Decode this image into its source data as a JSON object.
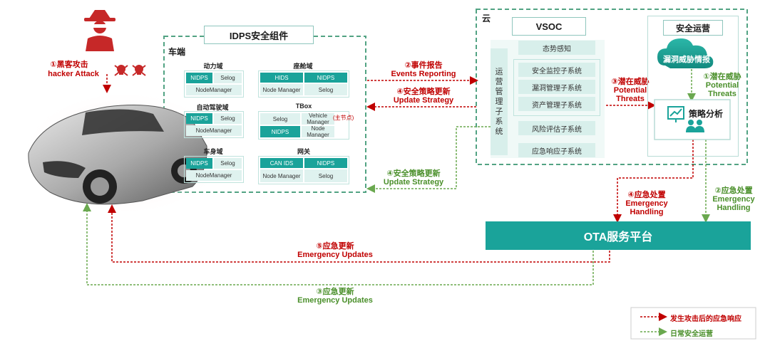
{
  "hacker": {
    "title": "①黑客攻击",
    "subtitle": "hacker Attack"
  },
  "idps": {
    "header": "IDPS安全组件",
    "vehicle_label": "车端",
    "domains": {
      "power": {
        "title": "动力域",
        "a": "NIDPS",
        "b": "Selog",
        "c": "NodeManager"
      },
      "cockpit": {
        "title": "座舱域",
        "a": "HIDS",
        "b": "NIDPS",
        "c": "Node Manager",
        "d": "Selog"
      },
      "adas": {
        "title": "自动驾驶域",
        "a": "NIDPS",
        "b": "Selog",
        "c": "NodeManager"
      },
      "tbox": {
        "title": "TBox",
        "a": "Selog",
        "b": "Vehicle Manager",
        "note": "(主节点)",
        "c": "NIDPS",
        "d": "Node Manager"
      },
      "body": {
        "title": "车身域",
        "a": "NIDPS",
        "b": "Selog",
        "c": "NodeManager"
      },
      "gateway": {
        "title": "网关",
        "a": "CAN IDS",
        "b": "NIDPS",
        "c": "Node Manager",
        "d": "Selog"
      }
    }
  },
  "cloud": {
    "label": "云",
    "vsoc_title": "VSOC",
    "ops_vertical": "运营管理子系统",
    "subsystems": [
      "态势感知",
      "安全监控子系统",
      "漏洞管理子系统",
      "资产管理子系统",
      "风险评估子系统",
      "应急响应子系统"
    ],
    "secops_title": "安全运营",
    "vuln_intel": "漏洞威胁情报",
    "strategy": "策略分析"
  },
  "flows": {
    "events_cn": "②事件报告",
    "events_en": "Events Reporting",
    "update_cn": "④安全策略更新",
    "update_en": "Update Strategy",
    "update2_cn": "④安全策略更新",
    "update2_en": "Update Strategy",
    "threat_red_cn": "③潜在威胁",
    "threat_red_en1": "Potential",
    "threat_red_en2": "Threats",
    "threat_green_cn": "①潜在威胁",
    "threat_green_en1": "Potential",
    "threat_green_en2": "Threats",
    "emerg_red_cn": "④应急处置",
    "emerg_red_en1": "Emergency",
    "emerg_red_en2": "Handling",
    "emerg_green_cn": "②应急处置",
    "emerg_green_en1": "Emergency",
    "emerg_green_en2": "Handling",
    "ota": "OTA服务平台",
    "upd5_cn": "⑤应急更新",
    "upd5_en": "Emergency Updates",
    "upd3_cn": "③应急更新",
    "upd3_en": "Emergency Updates"
  },
  "legend": {
    "red": "发生攻击后的应急响应",
    "green": "日常安全运营"
  },
  "colors": {
    "red": "#c00000",
    "green": "#4a8f2a",
    "teal": "#1aa39a"
  }
}
